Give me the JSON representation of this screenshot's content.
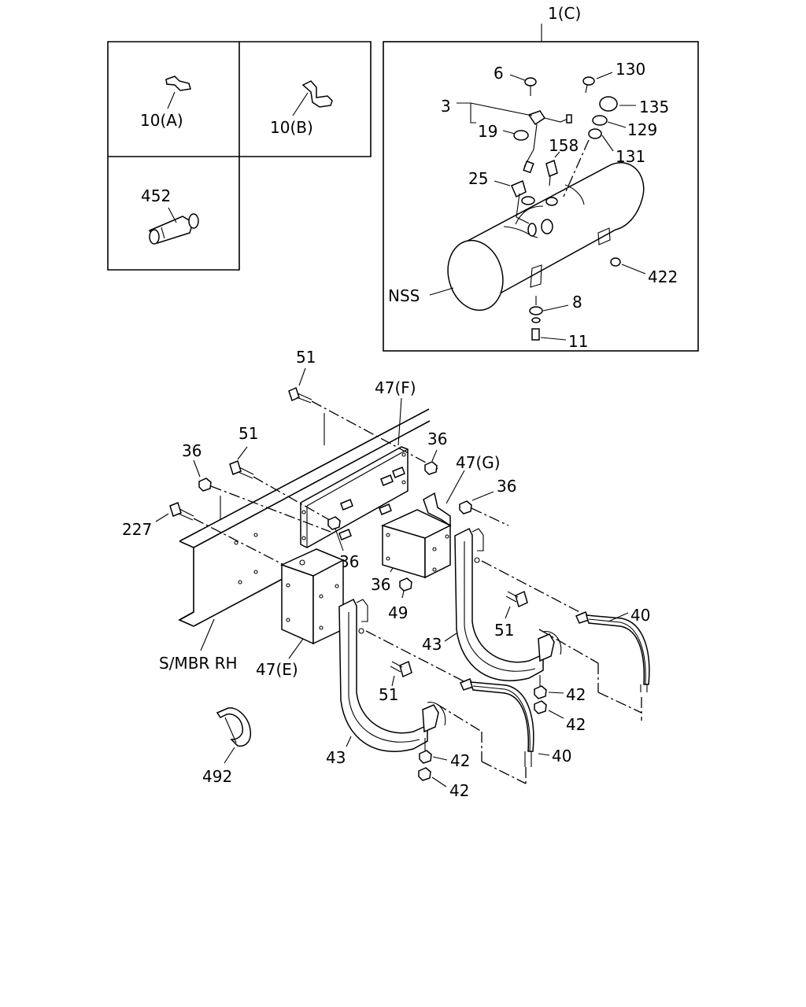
{
  "callouts": {
    "c_10a": "10(A)",
    "c_10b": "10(B)",
    "c_452": "452",
    "c_1c": "1(C)",
    "c_6": "6",
    "c_130": "130",
    "c_3": "3",
    "c_135": "135",
    "c_19": "19",
    "c_129": "129",
    "c_158": "158",
    "c_131": "131",
    "c_25": "25",
    "c_nss": "NSS",
    "c_422": "422",
    "c_8": "8",
    "c_11": "11",
    "c_51a": "51",
    "c_47f": "47(F)",
    "c_51b": "51",
    "c_36a": "36",
    "c_36b": "36",
    "c_47g": "47(G)",
    "c_36c": "36",
    "c_227": "227",
    "c_36d": "36",
    "c_36e": "36",
    "c_49": "49",
    "c_40a": "40",
    "c_51c": "51",
    "c_43a": "43",
    "c_42a": "42",
    "c_42b": "42",
    "c_smbr": "S/MBR RH",
    "c_47e": "47(E)",
    "c_51d": "51",
    "c_43b": "43",
    "c_40b": "40",
    "c_42c": "42",
    "c_42d": "42",
    "c_492": "492"
  }
}
